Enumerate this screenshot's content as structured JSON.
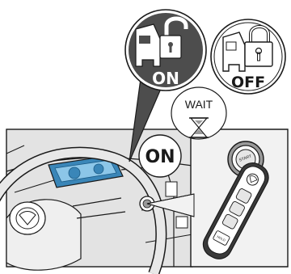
{
  "badges": {
    "on_main": "ON",
    "off_main": "OFF",
    "on_small": "ON"
  },
  "wait_label": "WAIT",
  "start_button_label": "START",
  "key_hold_label": "HOLD",
  "colors": {
    "ink": "#1a1a1a",
    "badge_bg": "#ffffff",
    "on_fill": "#4d4d4d",
    "panel_bg": "#e3e3e3",
    "inset_bg": "#f2f2f2",
    "display_blue": "#3a86b8",
    "display_blue_light": "#8cc6e8",
    "frame_grey": "#9a9a9a"
  },
  "icons": [
    "padlock-unlocked-car-icon",
    "padlock-locked-car-icon",
    "hourglass-icon",
    "push-start-button-icon",
    "smart-key-fob-icon",
    "steering-wheel-icon"
  ]
}
